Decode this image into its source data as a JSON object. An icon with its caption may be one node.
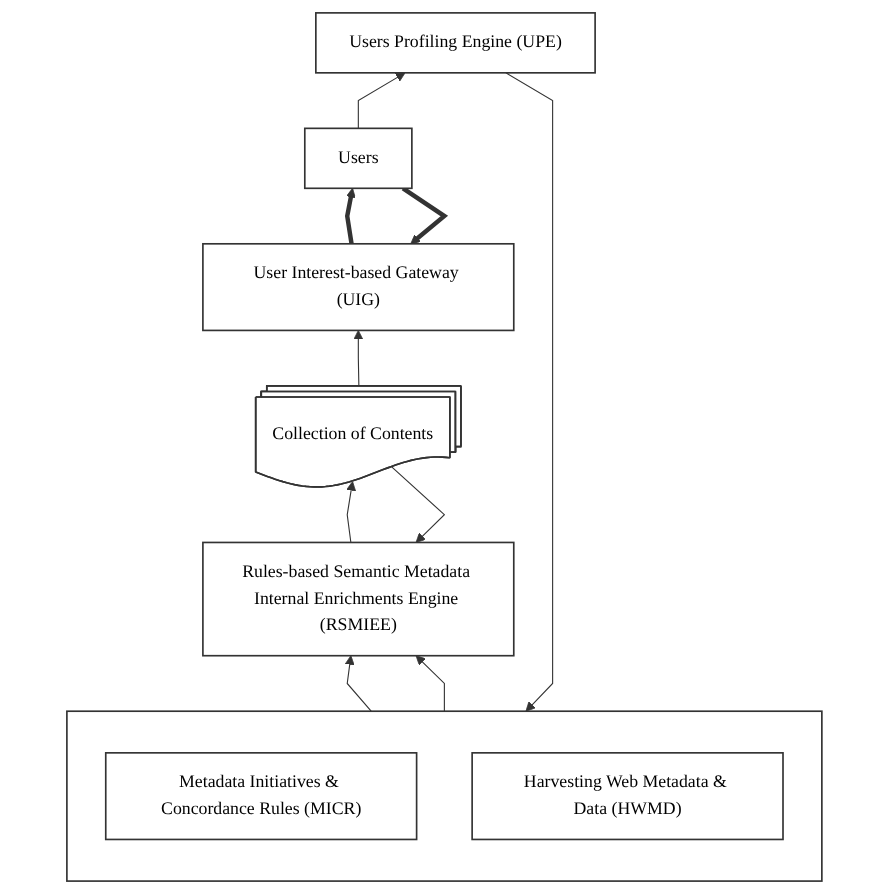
{
  "diagram": {
    "nodes": [
      {
        "text": [
          "Users"
        ]
      },
      {
        "text": [
          "User Interest-based Gateway (UIG)"
        ]
      },
      {
        "text": [
          "Users Profiling Engine (UPE)"
        ]
      },
      {
        "text": [
          "Collection of Contents"
        ]
      },
      {
        "text": [
          "Rules-based Semantic Metadata Internal Enrichments Engine (RSMIEE)"
        ]
      },
      {
        "text": [],
        "shape": "box"
      },
      {
        "text": [
          "Metadata Initiatives & Concordance Rules (MICR)"
        ],
        "in": 5
      },
      {
        "text": [
          "Harvesting Web Metadata & Data (HWMD)"
        ],
        "in": 5
      }
    ],
    "edges": [
      {
        "from": 0,
        "to": 1,
        "arrow": "to",
        "style": "thick"
      },
      {
        "from": 1,
        "to": 0,
        "arrow": "to",
        "style": "thick"
      },
      {
        "from": 0,
        "to": 2,
        "arrow": "to"
      },
      {
        "from": 3,
        "to": 1,
        "arrow": "to"
      },
      {
        "from": 3,
        "to": 4,
        "arrow": "to"
      },
      {
        "from": 4,
        "to": 3,
        "arrow": "to"
      },
      {
        "from": 2,
        "to": 5,
        "arrow": "to"
      },
      {
        "from": 5,
        "to": 4,
        "arrow": "to"
      },
      {
        "from": 5,
        "to": 4,
        "arrow": "to"
      }
    ]
  }
}
